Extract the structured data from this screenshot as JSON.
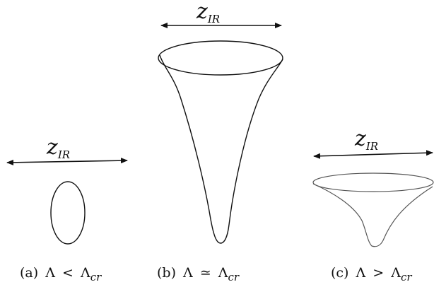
{
  "panels": [
    {
      "id": "a",
      "label": "z",
      "label_subscript": "IR",
      "caption_prefix": "(a)",
      "caption_symbol": "Λ",
      "caption_relation": "<",
      "caption_symbol2": "Λ",
      "caption_subscript": "cr"
    },
    {
      "id": "b",
      "label": "z",
      "label_subscript": "IR",
      "caption_prefix": "(b)",
      "caption_symbol": "Λ",
      "caption_relation": "≃",
      "caption_symbol2": "Λ",
      "caption_subscript": "cr"
    },
    {
      "id": "c",
      "label": "z",
      "label_subscript": "IR",
      "caption_prefix": "(c)",
      "caption_symbol": "Λ",
      "caption_relation": ">",
      "caption_symbol2": "Λ",
      "caption_subscript": "cr"
    }
  ],
  "colors": {
    "ink": "#111111",
    "cone_c_ink": "#555555",
    "background": "#ffffff"
  }
}
